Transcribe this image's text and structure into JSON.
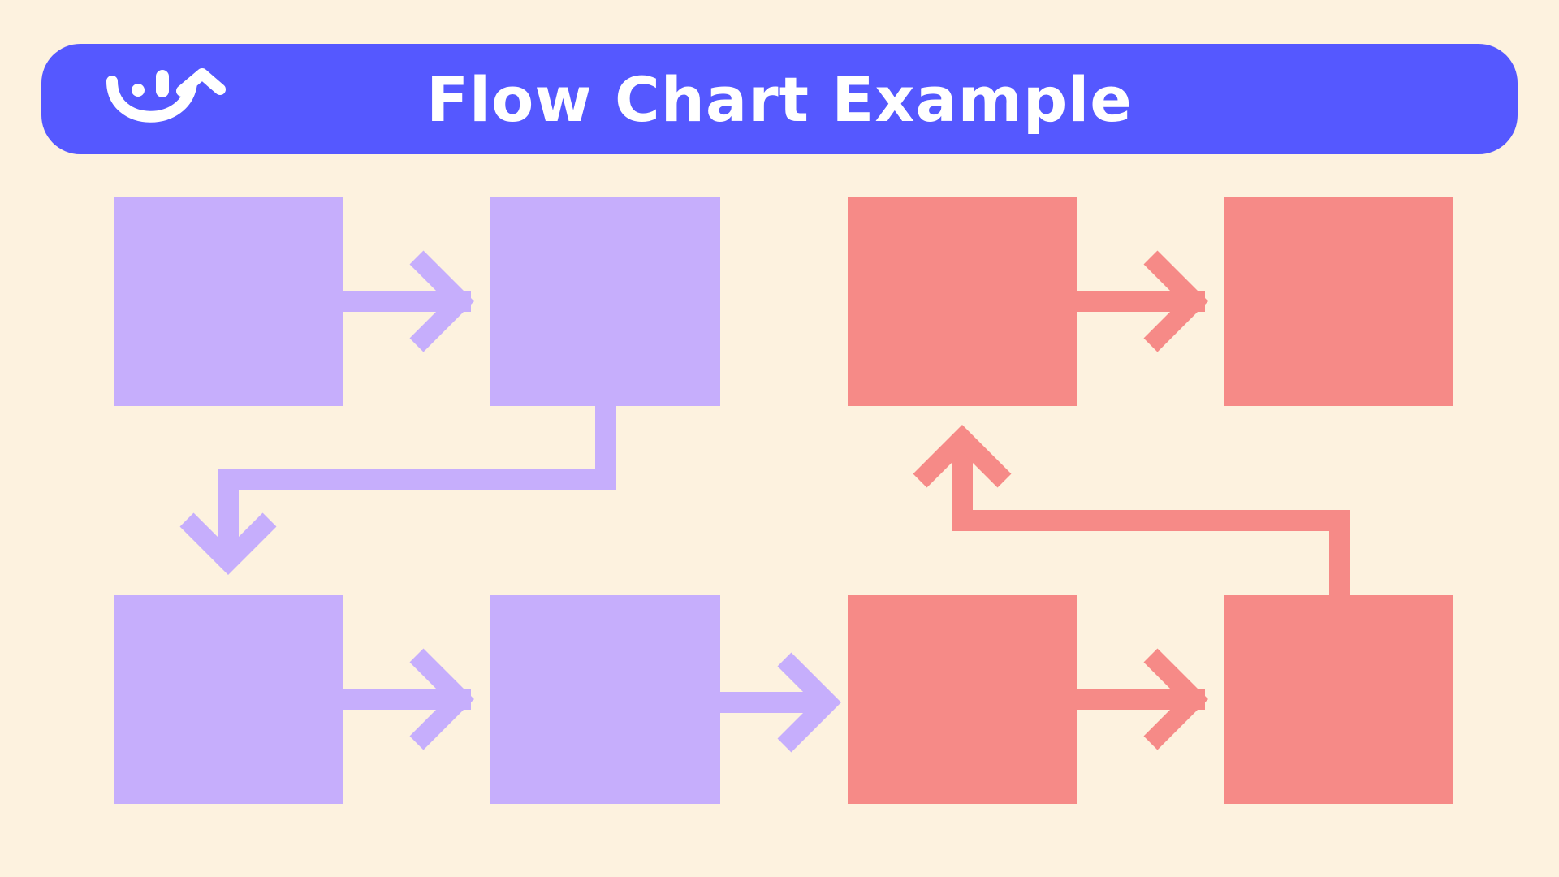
{
  "header": {
    "title": "Flow Chart Example",
    "logo_icon": "smiley-arrow-logo-icon"
  },
  "colors": {
    "background": "#FDF2DF",
    "header": "#5558FF",
    "purple": "#C6AEFC",
    "red": "#F68A87",
    "white": "#FFFFFF"
  },
  "diagram": {
    "boxes": [
      {
        "id": "box-1",
        "group": "purple"
      },
      {
        "id": "box-2",
        "group": "purple"
      },
      {
        "id": "box-3",
        "group": "purple"
      },
      {
        "id": "box-4",
        "group": "purple"
      },
      {
        "id": "box-5",
        "group": "red"
      },
      {
        "id": "box-6",
        "group": "red"
      },
      {
        "id": "box-7",
        "group": "red"
      },
      {
        "id": "box-8",
        "group": "red"
      }
    ],
    "connectors": [
      {
        "from": "box-1",
        "to": "box-2"
      },
      {
        "from": "box-2",
        "to": "box-3"
      },
      {
        "from": "box-3",
        "to": "box-4"
      },
      {
        "from": "box-4",
        "to": "box-5"
      },
      {
        "from": "box-5",
        "to": "box-6"
      },
      {
        "from": "box-6",
        "to": "box-7"
      },
      {
        "from": "box-7",
        "to": "box-8"
      }
    ]
  }
}
